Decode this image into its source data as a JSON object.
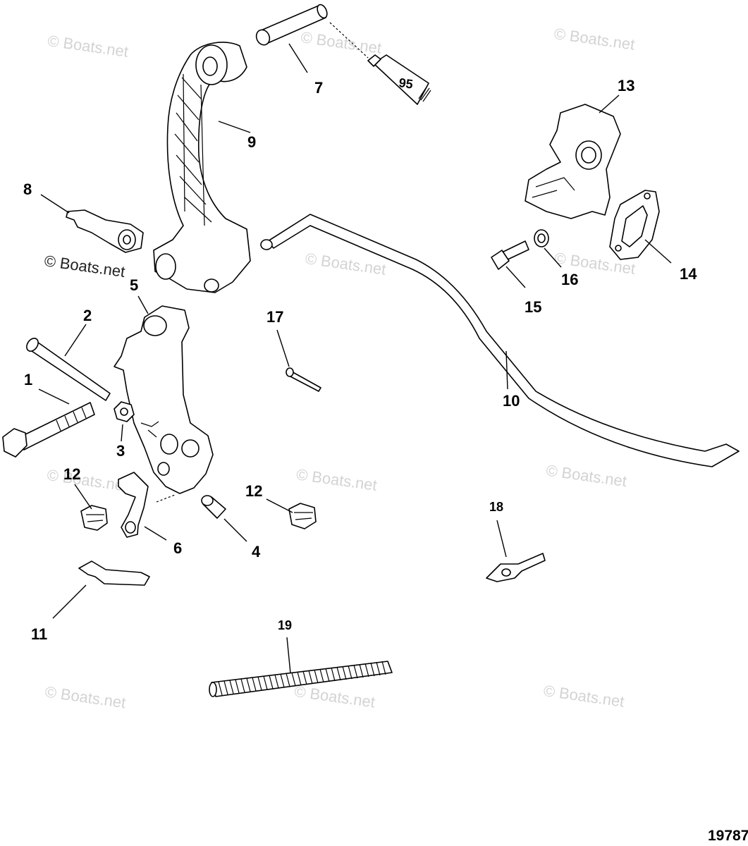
{
  "watermark_text": "© Boats.net",
  "figure_number": "19787",
  "callouts": {
    "c1": "1",
    "c2": "2",
    "c3": "3",
    "c4": "4",
    "c5": "5",
    "c6": "6",
    "c7": "7",
    "c8": "8",
    "c9": "9",
    "c10": "10",
    "c11": "11",
    "c12a": "12",
    "c12b": "12",
    "c13": "13",
    "c14": "14",
    "c15": "15",
    "c16": "16",
    "c17": "17",
    "c18": "18",
    "c19": "19",
    "c95": "95"
  }
}
